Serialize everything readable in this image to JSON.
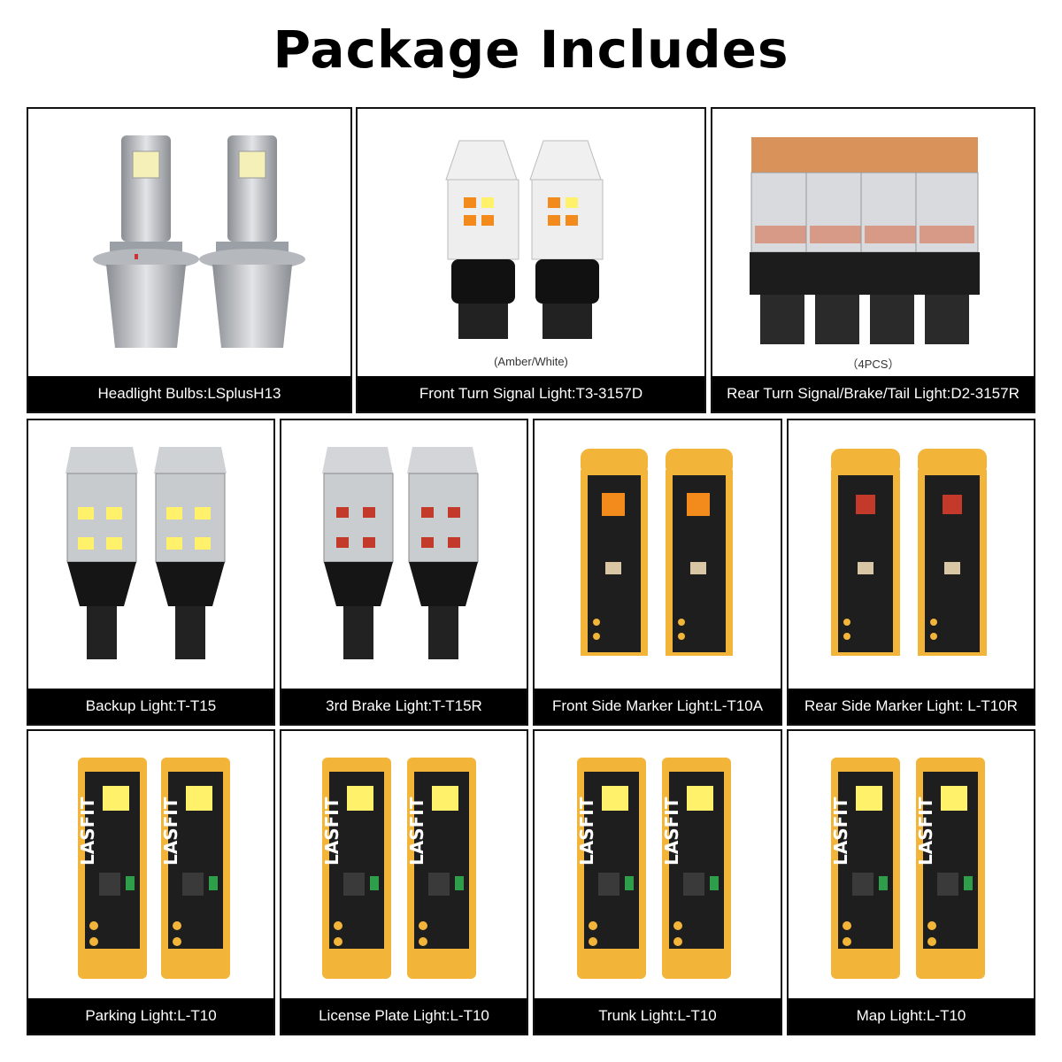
{
  "title": "Package Includes",
  "items": [
    {
      "caption": "Headlight Bulbs:LSplusH13",
      "note": "",
      "icon": "h13-headlight-bulb-icon"
    },
    {
      "caption": "Front Turn Signal Light:T3-3157D",
      "note": "(Amber/White)",
      "icon": "3157-dual-color-bulb-icon"
    },
    {
      "caption": "Rear Turn Signal/Brake/Tail Light:D2-3157R",
      "note": "（4PCS）",
      "icon": "3157-red-bulb-icon"
    },
    {
      "caption": "Backup Light:T-T15",
      "note": "",
      "icon": "t15-white-bulb-icon"
    },
    {
      "caption": "3rd Brake Light:T-T15R",
      "note": "",
      "icon": "t15-red-bulb-icon"
    },
    {
      "caption": "Front Side Marker Light:L-T10A",
      "note": "",
      "icon": "t10-amber-bulb-icon"
    },
    {
      "caption": "Rear Side Marker Light: L-T10R",
      "note": "",
      "icon": "t10-red-bulb-icon"
    },
    {
      "caption": "Parking Light:L-T10",
      "note": "",
      "icon": "t10-white-bulb-icon"
    },
    {
      "caption": "License Plate Light:L-T10",
      "note": "",
      "icon": "t10-white-bulb-icon"
    },
    {
      "caption": "Trunk Light:L-T10",
      "note": "",
      "icon": "t10-white-bulb-icon"
    },
    {
      "caption": "Map Light:L-T10",
      "note": "",
      "icon": "t10-white-bulb-icon"
    }
  ],
  "brand_mark": "LASFIT",
  "colors": {
    "caption_bg": "#000000",
    "board_gold": "#f2b53a",
    "amber_led": "#f28a1c",
    "red_led": "#c43a2a",
    "white_led": "#fff26a",
    "border": "#111111"
  }
}
